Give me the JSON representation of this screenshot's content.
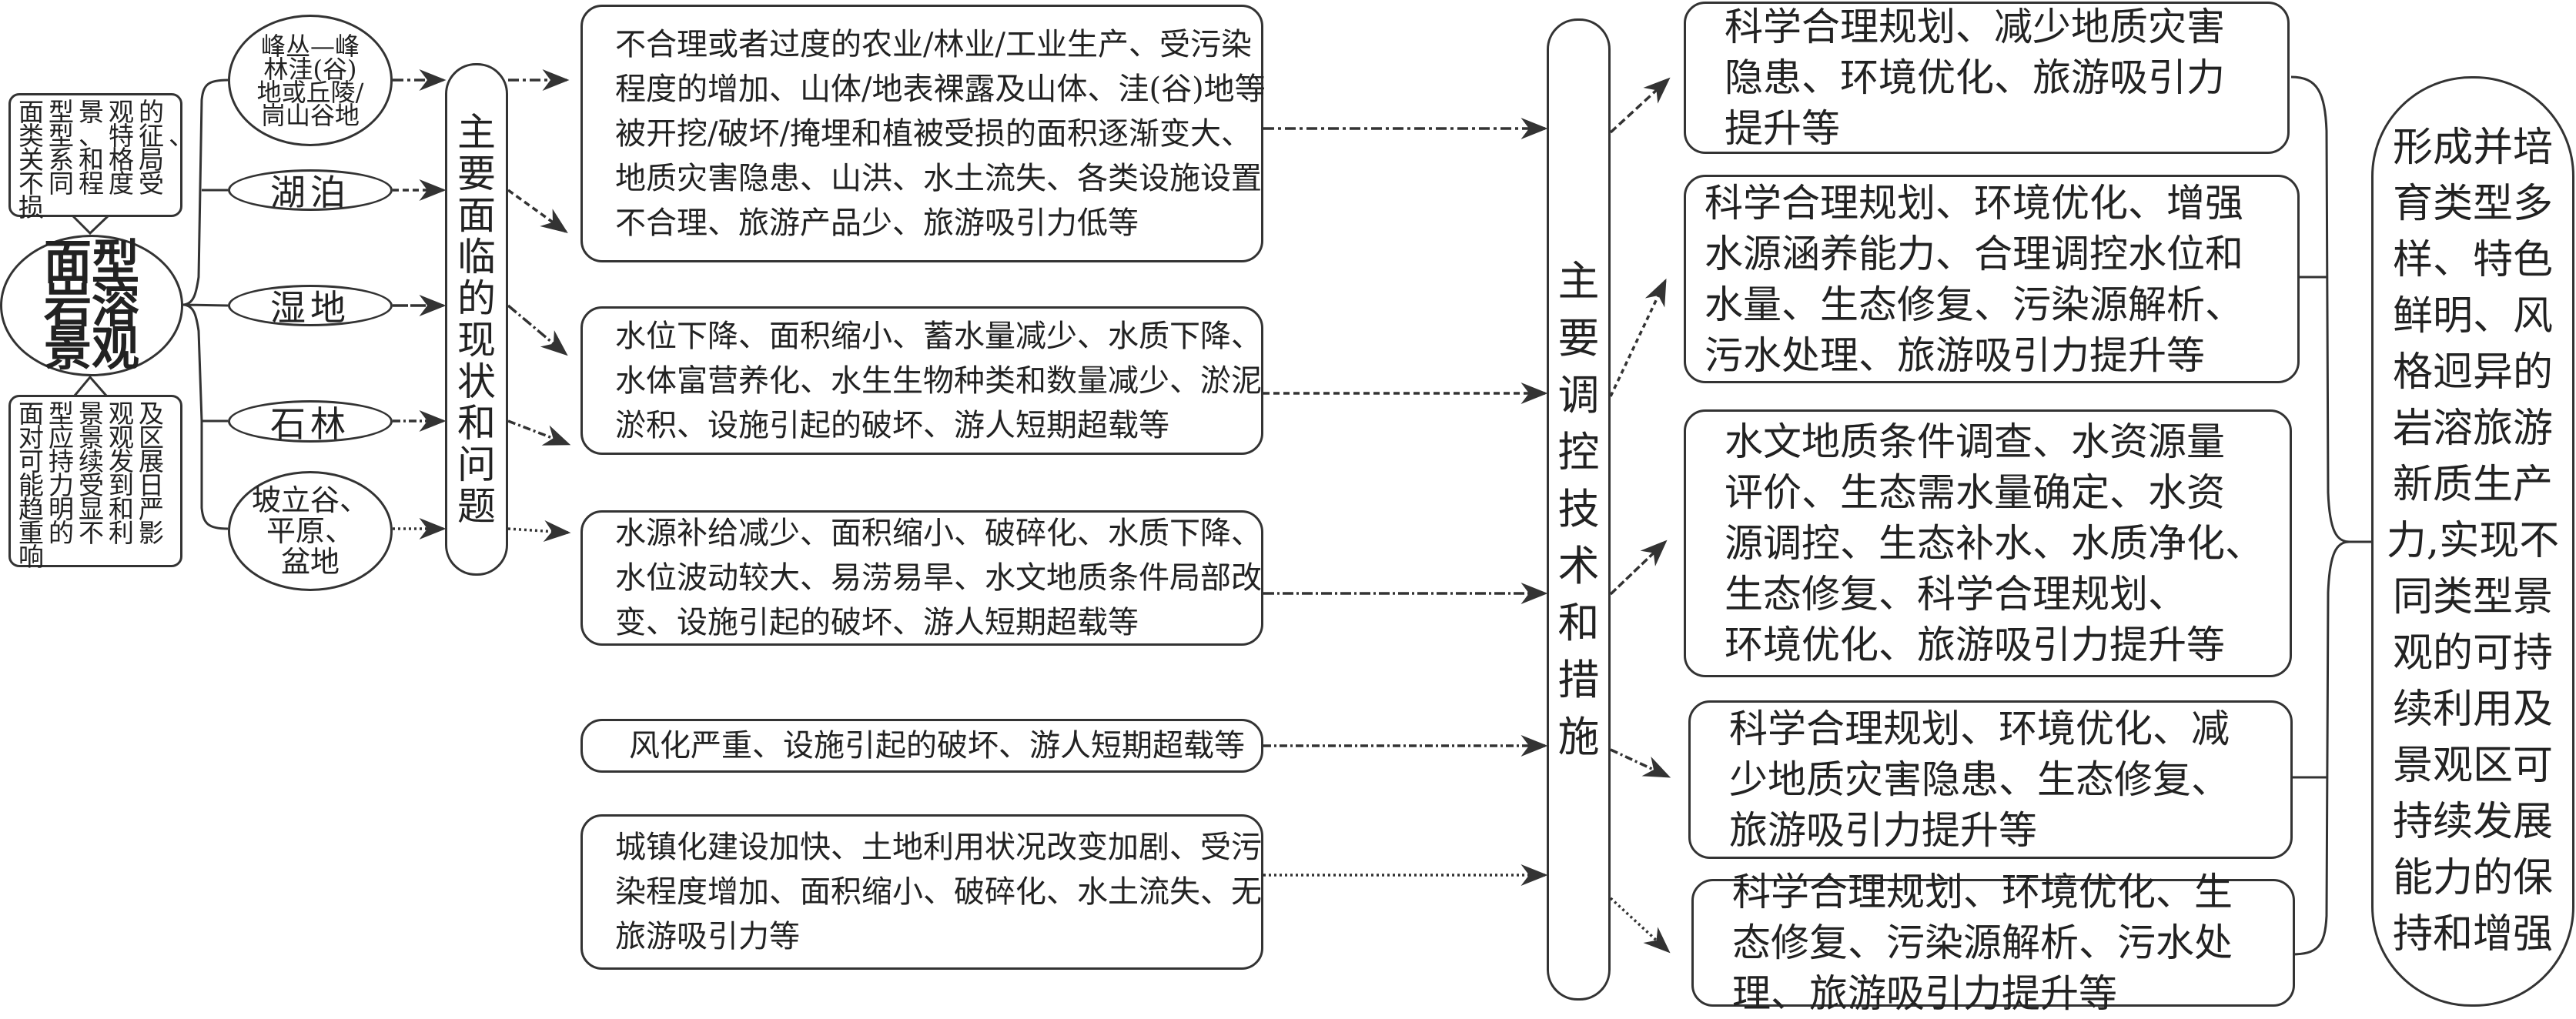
{
  "root": {
    "lines": [
      "面型",
      "岩溶",
      "景观"
    ]
  },
  "callout_top": {
    "lines": [
      "面型景观的",
      "类型、特征、",
      "关系和格局",
      "不同程度受",
      "损"
    ]
  },
  "callout_bottom": {
    "lines": [
      "面型景观及",
      "对应景观区",
      "可持续发展",
      "能力受到日",
      "趋明显和严",
      "重的不利影",
      "响"
    ]
  },
  "landscape_types": [
    {
      "lines": [
        "峰丛—峰",
        "林洼(谷)",
        "地或丘陵/",
        "峝山谷地"
      ]
    },
    {
      "lines": [
        "湖泊"
      ]
    },
    {
      "lines": [
        "湿地"
      ]
    },
    {
      "lines": [
        "石林"
      ]
    },
    {
      "lines": [
        "坡立谷、",
        "平原、",
        "盆地"
      ]
    }
  ],
  "problems_pillar": {
    "lines": [
      "主",
      "要",
      "面",
      "临",
      "的",
      "现",
      "状",
      "和",
      "问",
      "题"
    ]
  },
  "problems": [
    {
      "lines": [
        "不合理或者过度的农业/林业/工业生产、受污染",
        "程度的增加、山体/地表裸露及山体、洼(谷)地等",
        "被开挖/破坏/掩埋和植被受损的面积逐渐变大、",
        "地质灾害隐患、山洪、水土流失、各类设施设置",
        "不合理、旅游产品少、旅游吸引力低等"
      ]
    },
    {
      "lines": [
        "水位下降、面积缩小、蓄水量减少、水质下降、",
        "水体富营养化、水生生物种类和数量减少、淤泥",
        "淤积、设施引起的破坏、游人短期超载等"
      ]
    },
    {
      "lines": [
        "水源补给减少、面积缩小、破碎化、水质下降、",
        "水位波动较大、易涝易旱、水文地质条件局部改",
        "变、设施引起的破坏、游人短期超载等"
      ]
    },
    {
      "lines": [
        "风化严重、设施引起的破坏、游人短期超载等"
      ]
    },
    {
      "lines": [
        "城镇化建设加快、土地利用状况改变加剧、受污",
        "染程度增加、面积缩小、破碎化、水土流失、无",
        "旅游吸引力等"
      ]
    }
  ],
  "measures_pillar": {
    "lines": [
      "主",
      "要",
      "调",
      "控",
      "技",
      "术",
      "和",
      "措",
      "施"
    ]
  },
  "measures": [
    {
      "lines": [
        "科学合理规划、减少地质灾害",
        "隐患、环境优化、旅游吸引力",
        "提升等"
      ]
    },
    {
      "lines": [
        "科学合理规划、环境优化、增强",
        "水源涵养能力、合理调控水位和",
        "水量、生态修复、污染源解析、",
        "污水处理、旅游吸引力提升等"
      ]
    },
    {
      "lines": [
        "水文地质条件调查、水资源量",
        "评价、生态需水量确定、水资",
        "源调控、生态补水、水质净化、",
        "生态修复、科学合理规划、",
        "环境优化、旅游吸引力提升等"
      ]
    },
    {
      "lines": [
        "科学合理规划、环境优化、减",
        "少地质灾害隐患、生态修复、",
        "旅游吸引力提升等"
      ]
    },
    {
      "lines": [
        "科学合理规划、环境优化、生",
        "态修复、污染源解析、污水处",
        "理、旅游吸引力提升等"
      ]
    }
  ],
  "outcome": {
    "lines": [
      "形成并培",
      "育类型多",
      "样、特色",
      "鲜明、风",
      "格迥异的",
      "岩溶旅游",
      "新质生产",
      "力,实现不",
      "同类型景",
      "观的可持",
      "续利用及",
      "景观区可",
      "持续发展",
      "能力的保",
      "持和增强"
    ]
  },
  "colors": {
    "stroke": "#333333",
    "text": "#222222"
  }
}
